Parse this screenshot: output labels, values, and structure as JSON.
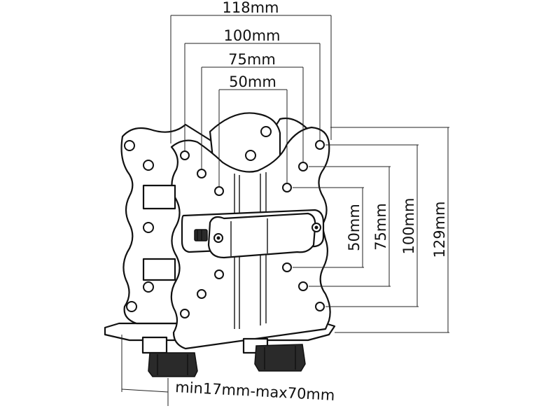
{
  "dimensions": {
    "top": [
      "118mm",
      "100mm",
      "75mm",
      "50mm"
    ],
    "side": [
      "50mm",
      "75mm",
      "100mm",
      "129mm"
    ],
    "bottom": "min17mm-max70mm"
  }
}
